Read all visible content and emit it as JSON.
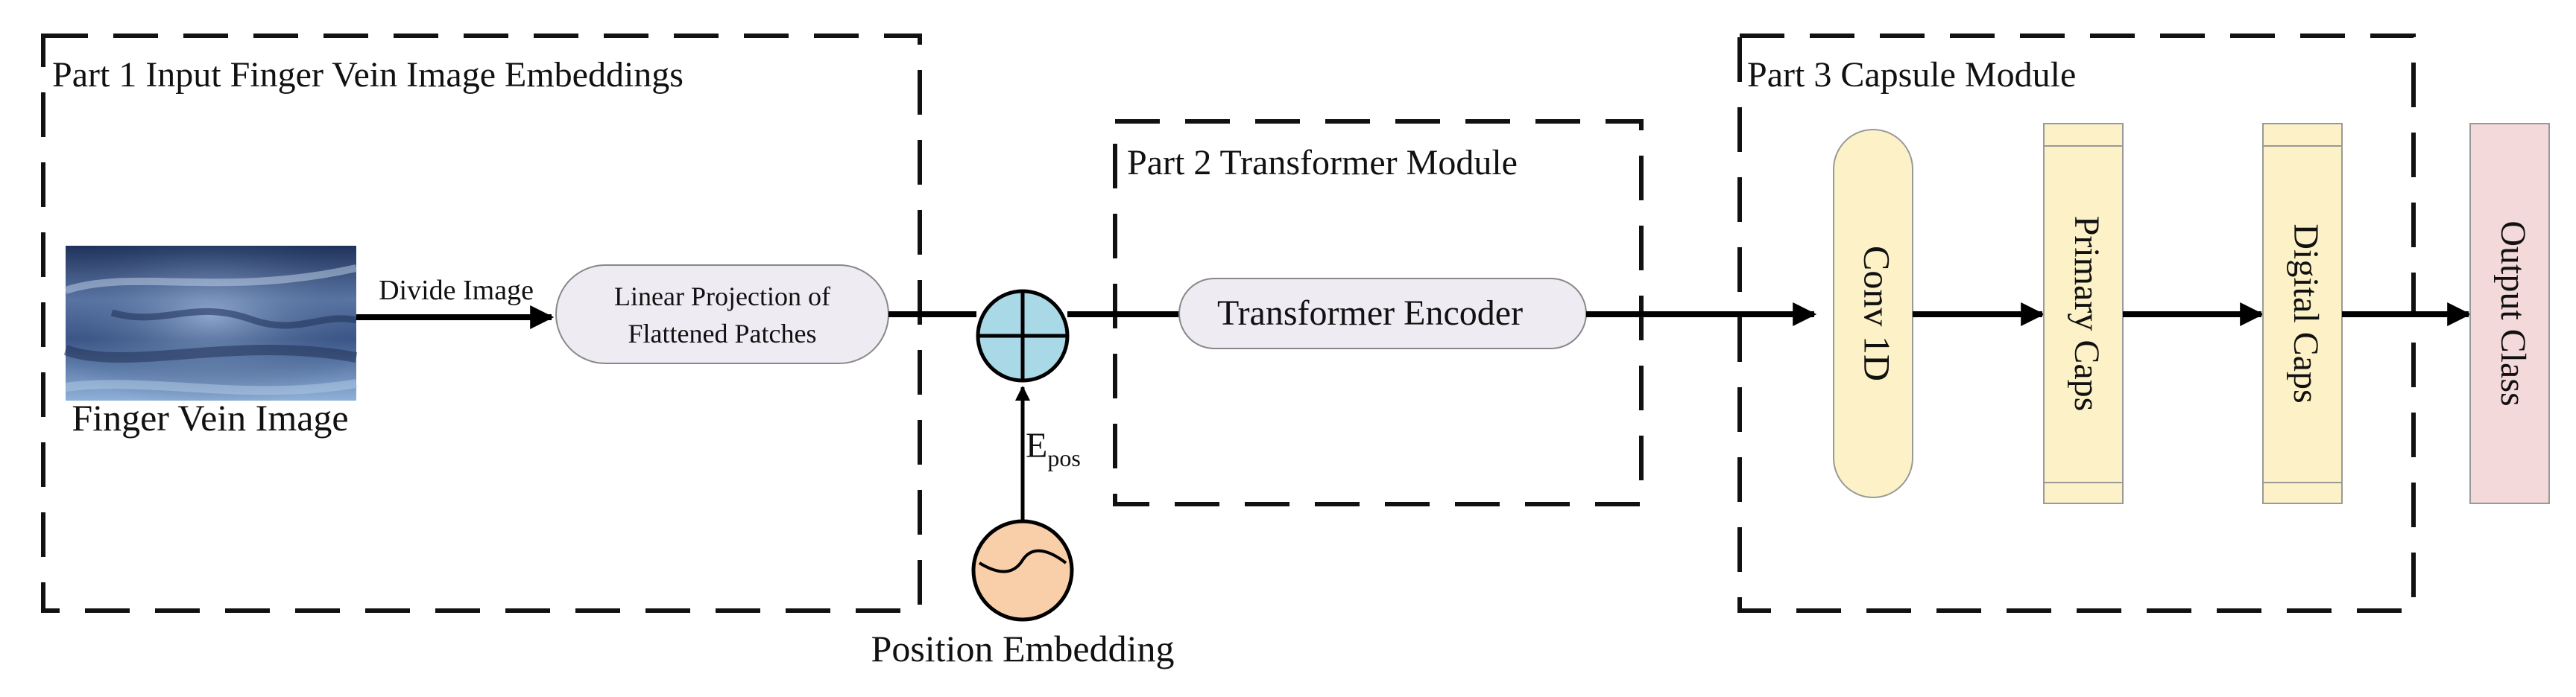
{
  "part1": {
    "title": "Part 1 Input Finger Vein Image Embeddings",
    "image_caption": "Finger Vein Image",
    "divide_label": "Divide Image",
    "projection_label_line1": "Linear Projection of",
    "projection_label_line2": "Flattened Patches"
  },
  "part2": {
    "title": "Part 2 Transformer Module",
    "encoder_label": "Transformer Encoder"
  },
  "position": {
    "epos_main": "E",
    "epos_sub": "pos",
    "label": "Position Embedding"
  },
  "part3": {
    "title": "Part 3 Capsule  Module",
    "conv_label": "Conv 1D",
    "primary_label": "Primary Caps",
    "digital_label": "Digital Caps",
    "output_label": "Output Class"
  },
  "colors": {
    "pill_fill": "#eeebf3",
    "adder_fill": "#a9d8e6",
    "pos_fill": "#f9cfa9",
    "caps_fill": "#fdf2c7",
    "output_fill": "#f3d9d9",
    "image_blue": "#3d5a8c"
  }
}
